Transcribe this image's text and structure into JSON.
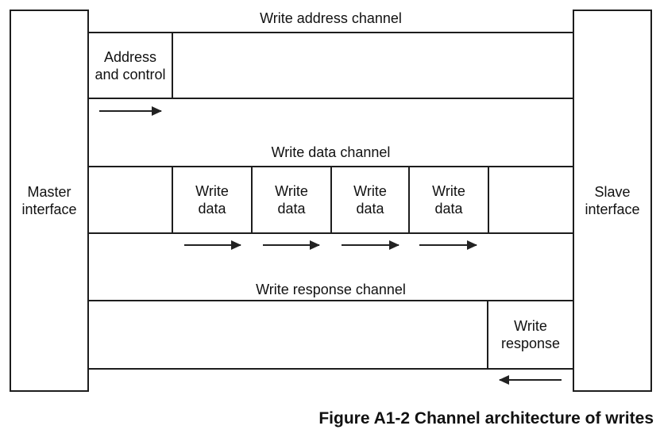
{
  "colors": {
    "background": "#ffffff",
    "line": "#1d1d1d",
    "text": "#111111"
  },
  "master": {
    "line1": "Master",
    "line2": "interface"
  },
  "slave": {
    "line1": "Slave",
    "line2": "interface"
  },
  "channels": [
    {
      "title": "Write address channel",
      "boxes": [
        {
          "line1": "Address",
          "line2": "and control"
        }
      ],
      "arrow_direction": "right"
    },
    {
      "title": "Write data channel",
      "boxes": [
        {
          "line1": "Write",
          "line2": "data"
        },
        {
          "line1": "Write",
          "line2": "data"
        },
        {
          "line1": "Write",
          "line2": "data"
        },
        {
          "line1": "Write",
          "line2": "data"
        }
      ],
      "arrow_direction": "right"
    },
    {
      "title": "Write response channel",
      "boxes": [
        {
          "line1": "Write",
          "line2": "response"
        }
      ],
      "arrow_direction": "left"
    }
  ],
  "caption": "Figure A1-2 Channel architecture of writes"
}
